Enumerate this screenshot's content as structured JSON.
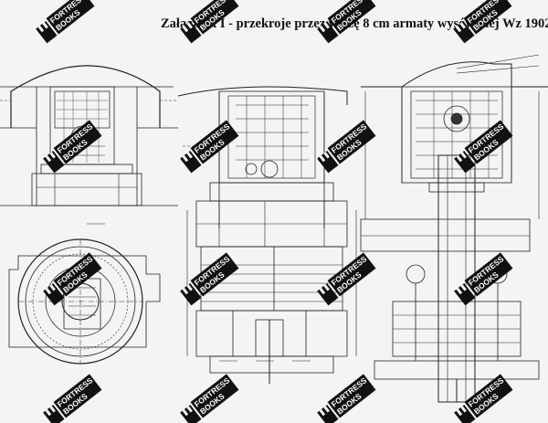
{
  "title": "Załącznik I - przekroje  przez wieżę 8 cm armaty wysówanej Wz 1902",
  "watermark": {
    "line1": "FORTRESS",
    "line2": "BOOKS"
  }
}
